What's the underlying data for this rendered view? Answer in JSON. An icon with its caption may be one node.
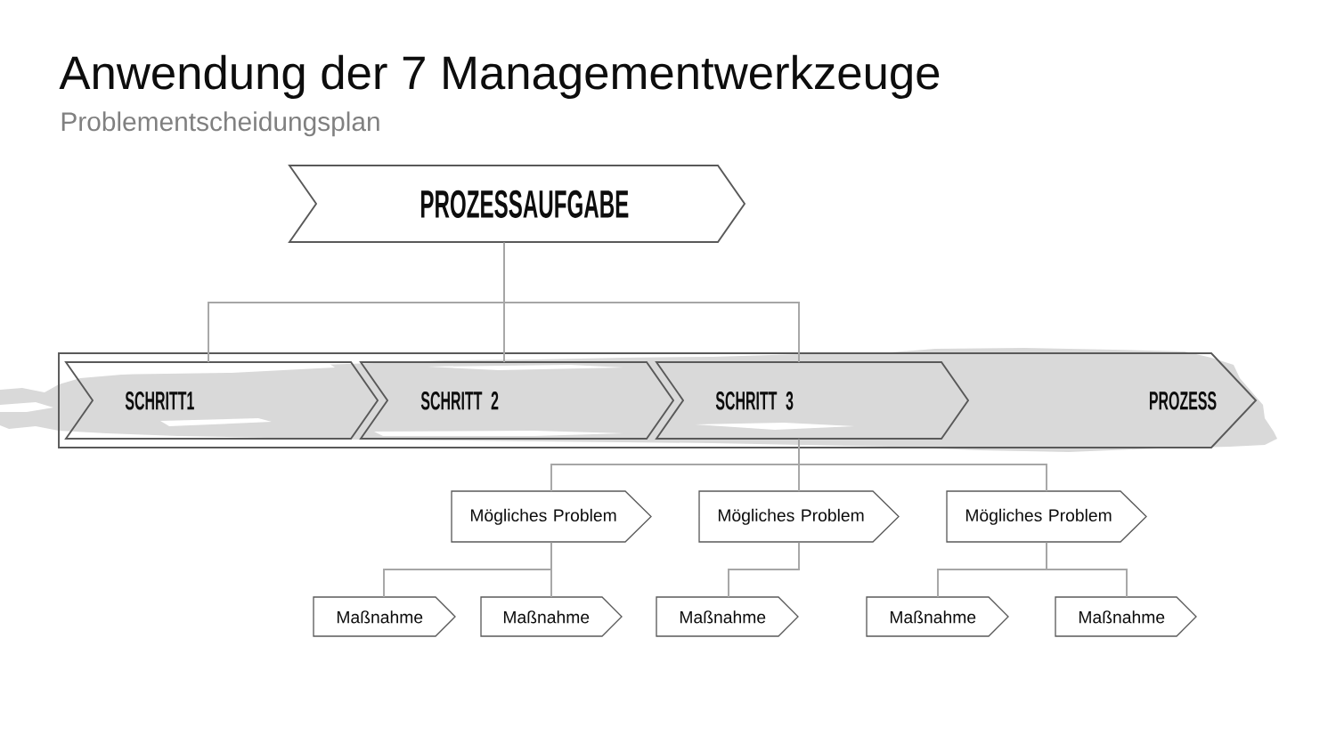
{
  "diagram": {
    "title": "Anwendung der 7 Managementwerkzeuge",
    "nodes": [
      {
        "text": [
          "PROZESSAUFGABE"
        ]
      },
      {
        "text": [
          "PROZESS"
        ]
      },
      {
        "text": [
          "SCHRITT1"
        ],
        "in": 1
      },
      {
        "text": [
          "SCHRITT 2"
        ],
        "in": 1
      },
      {
        "text": [
          "SCHRITT 3"
        ],
        "in": 1
      },
      {
        "text": [
          "Mögliches Problem"
        ]
      },
      {
        "text": [
          "Mögliches Problem"
        ]
      },
      {
        "text": [
          "Mögliches Problem"
        ]
      },
      {
        "text": [
          "Maßnahme"
        ]
      },
      {
        "text": [
          "Maßnahme"
        ]
      },
      {
        "text": [
          "Maßnahme"
        ]
      },
      {
        "text": [
          "Maßnahme"
        ]
      },
      {
        "text": [
          "Maßnahme"
        ]
      }
    ],
    "edges": [
      {
        "from": 0,
        "to": 2,
        "arrow": "none"
      },
      {
        "from": 0,
        "to": 3,
        "arrow": "none"
      },
      {
        "from": 0,
        "to": 4,
        "arrow": "none"
      },
      {
        "from": 4,
        "to": 5,
        "arrow": "none"
      },
      {
        "from": 4,
        "to": 6,
        "arrow": "none"
      },
      {
        "from": 4,
        "to": 7,
        "arrow": "none"
      },
      {
        "from": 5,
        "to": 8,
        "arrow": "none"
      },
      {
        "from": 5,
        "to": 9,
        "arrow": "none"
      },
      {
        "from": 6,
        "to": 10,
        "arrow": "none"
      },
      {
        "from": 7,
        "to": 11,
        "arrow": "none"
      },
      {
        "from": 7,
        "to": 12,
        "arrow": "none"
      }
    ],
    "labels": [
      "Problementscheidungsplan"
    ]
  }
}
